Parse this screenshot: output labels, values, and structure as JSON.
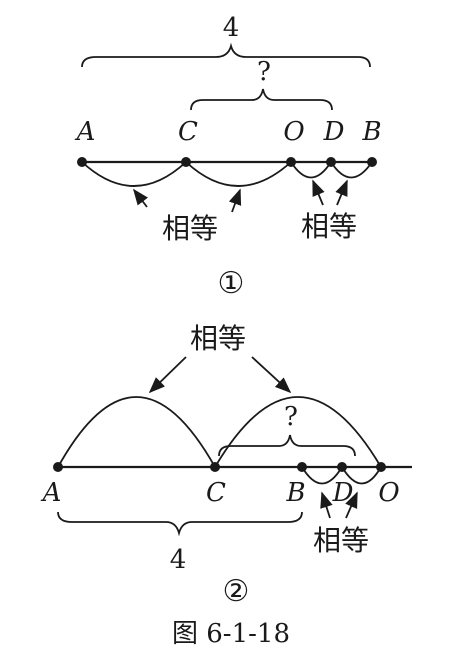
{
  "figure1": {
    "total_length": "4",
    "question": "?",
    "points": [
      "A",
      "C",
      "O",
      "D",
      "B"
    ],
    "equal_label_left": "相等",
    "equal_label_right": "相等",
    "index": "①"
  },
  "figure2": {
    "equal_label_top": "相等",
    "question": "?",
    "points": [
      "A",
      "C",
      "B",
      "D",
      "O"
    ],
    "equal_label_bottom": "相等",
    "total_length": "4",
    "index": "②"
  },
  "caption": "图 6-1-18"
}
